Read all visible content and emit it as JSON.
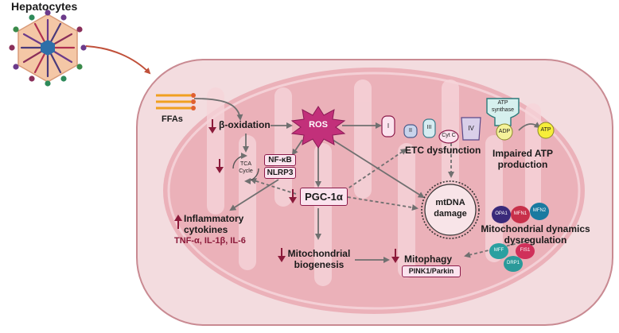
{
  "title": "Hepatocytes",
  "labels": {
    "ffas": "FFAs",
    "beta_oxidation": "β-oxidation",
    "ros": "ROS",
    "tca": "TCA",
    "tca2": "Cycle",
    "nfkb": "NF-κB",
    "nlrp3": "NLRP3",
    "pgc": "PGC-1α",
    "inflam1": "Inflammatory",
    "inflam2": "cytokines",
    "cytokines": "TNF-α, IL-1β, IL-6",
    "mito1": "Mitochondrial",
    "mito2": "biogenesis",
    "mitophagy": "Mitophagy",
    "pink": "PINK1/Parkin",
    "etc": "ETC dysfunction",
    "mtdna1": "mtDNA",
    "mtdna2": "damage",
    "atp_synthase1": "ATP",
    "atp_synthase2": "synthase",
    "adp": "ADP",
    "atp": "ATP",
    "impaired1": "Impaired ATP",
    "impaired2": "production",
    "dyn1": "Mitochondrial dynamics",
    "dyn2": "dysregulation",
    "complex1": "I",
    "complex2": "II",
    "complex3": "III",
    "cytc": "Cyt C",
    "complex4": "IV",
    "opa1": "OPA1",
    "mfn1": "MFN1",
    "mfn2": "MFN2",
    "mff": "MFF",
    "fis1": "FIS1",
    "drp1": "DRP1"
  },
  "colors": {
    "cell_fill": "#f3dcdf",
    "cell_border": "#c98a92",
    "mito_fill": "#e9a9b3",
    "cristae": "#f6d5da",
    "ros": "#c2307a",
    "down_arrow": "#8b1a3a",
    "flow_arrow": "#707070"
  }
}
